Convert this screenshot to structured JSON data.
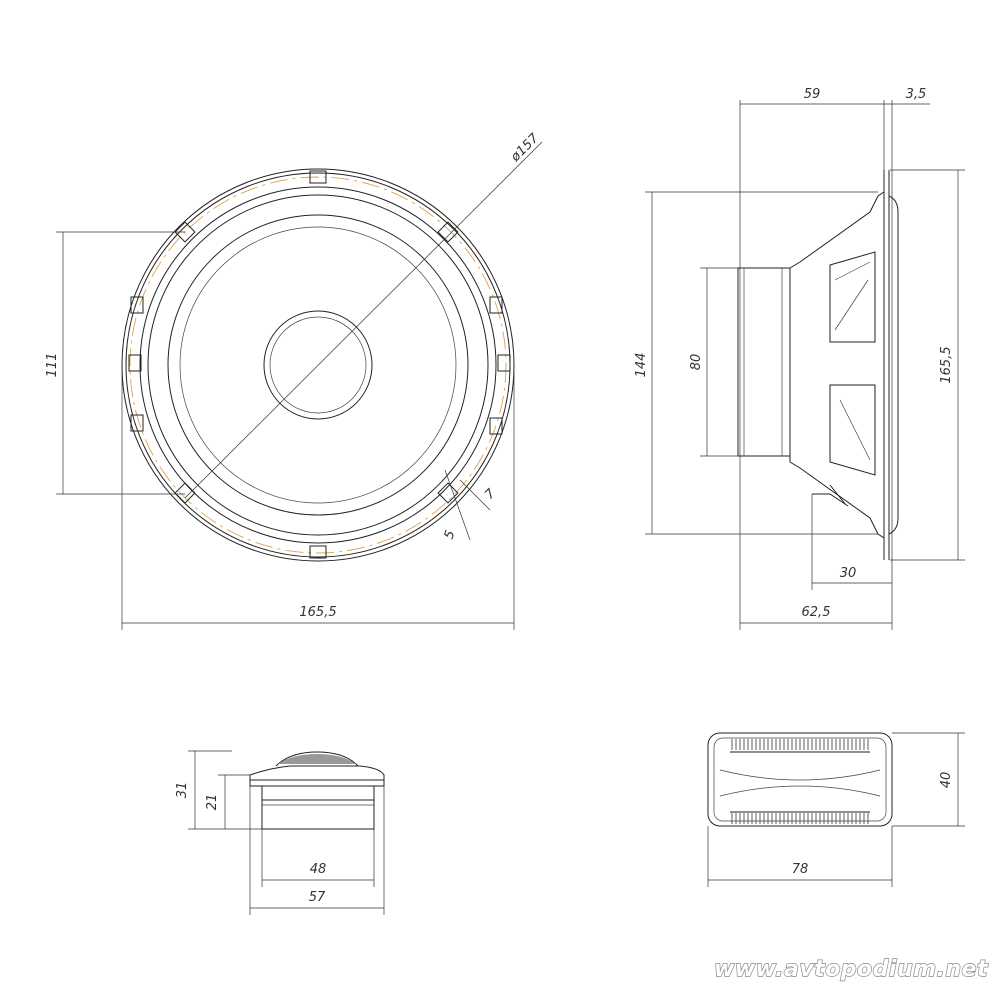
{
  "front_view": {
    "dim_width": "165,5",
    "dim_height": "111",
    "dim_diameter": "ø157",
    "dim_tab_a": "5",
    "dim_tab_b": "7"
  },
  "side_view": {
    "dim_depth_top": "59",
    "dim_flange": "3,5",
    "dim_height_outer": "165,5",
    "dim_height_inner": "144",
    "dim_magnet": "80",
    "dim_base": "30",
    "dim_total_depth": "62,5"
  },
  "tweeter": {
    "dim_height_total": "31",
    "dim_height_body": "21",
    "dim_inner_width": "48",
    "dim_outer_width": "57"
  },
  "crossover": {
    "dim_width": "78",
    "dim_height": "40"
  },
  "watermark": "www.avtopodium.net"
}
